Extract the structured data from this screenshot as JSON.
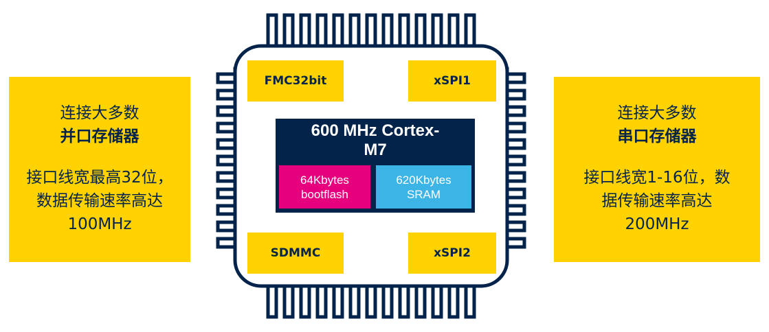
{
  "left_panel": {
    "line1": "连接大多数",
    "title": "并口存储器",
    "desc_line1": "接口线宽最高32位，",
    "desc_line2": "数据传输速率高达",
    "desc_line3": "100MHz"
  },
  "right_panel": {
    "line1": "连接大多数",
    "title": "串口存储器",
    "desc_line1": "接口线宽1-16位，数",
    "desc_line2": "据传输速率高达",
    "desc_line3": "200MHz"
  },
  "chip": {
    "peripherals": {
      "top_left": "FMC32bit",
      "top_right": "xSPI1",
      "bottom_left": "SDMMC",
      "bottom_right": "xSPI2"
    },
    "core": {
      "title_line1": "600 MHz Cortex-",
      "title_line2": "M7",
      "boot_line1": "64Kbytes",
      "boot_line2": "bootflash",
      "sram_line1": "620Kbytes",
      "sram_line2": "SRAM"
    }
  },
  "colors": {
    "navy": "#03234B",
    "yellow": "#FFD200",
    "magenta": "#E6007E",
    "sky_blue": "#3CB4E6"
  }
}
